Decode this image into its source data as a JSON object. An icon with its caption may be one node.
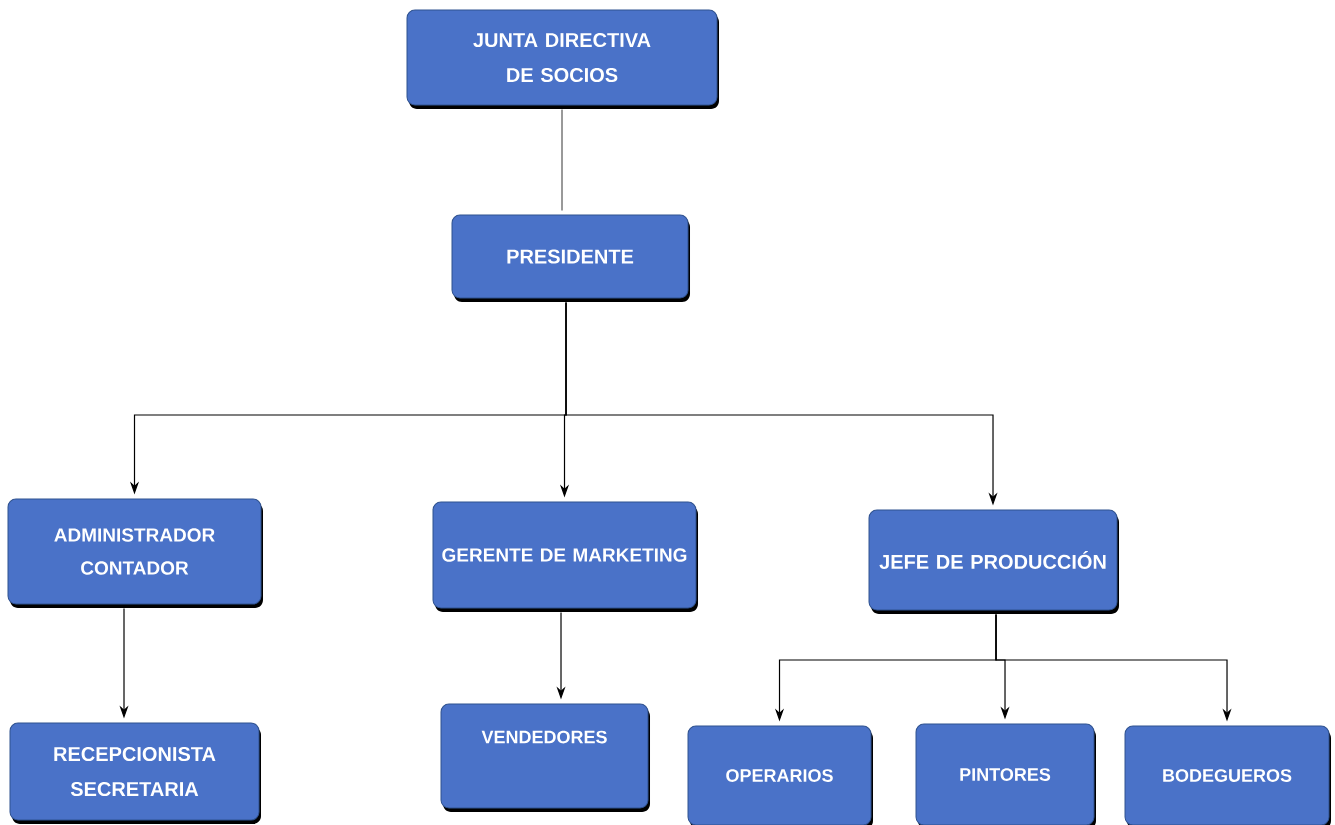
{
  "diagram": {
    "nodes": [
      {
        "text": [
          "JUNTA DIRECTIVA DE SOCIOS"
        ]
      },
      {
        "text": [
          "PRESIDENTE"
        ]
      },
      {
        "text": [
          "ADMINISTRADOR CONTADOR"
        ]
      },
      {
        "text": [
          "GERENTE DE MARKETING"
        ]
      },
      {
        "text": [
          "JEFE DE PRODUCCIÓN"
        ]
      },
      {
        "text": [
          "RECEPCIONISTA SECRETARIA"
        ]
      },
      {
        "text": [
          "VENDEDORES"
        ]
      },
      {
        "text": [
          "OPERARIOS"
        ]
      },
      {
        "text": [
          "PINTORES"
        ]
      },
      {
        "text": [
          "BODEGUEROS"
        ]
      }
    ],
    "edges": [
      {
        "from": 0,
        "to": 1,
        "arrow": "none"
      },
      {
        "from": 1,
        "to": 2,
        "arrow": "to"
      },
      {
        "from": 1,
        "to": 3,
        "arrow": "to"
      },
      {
        "from": 1,
        "to": 4,
        "arrow": "to"
      },
      {
        "from": 2,
        "to": 5,
        "arrow": "to"
      },
      {
        "from": 3,
        "to": 6,
        "arrow": "to"
      },
      {
        "from": 4,
        "to": 7,
        "arrow": "to"
      },
      {
        "from": 4,
        "to": 8,
        "arrow": "to"
      },
      {
        "from": 4,
        "to": 9,
        "arrow": "to"
      }
    ]
  }
}
